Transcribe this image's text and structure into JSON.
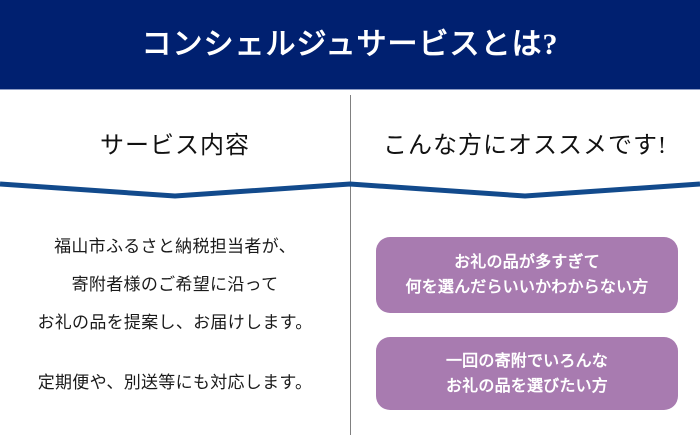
{
  "banner": {
    "title": "コンシェルジュサービスとは?",
    "background_color": "#002070",
    "text_color": "#ffffff"
  },
  "columns": {
    "left": {
      "heading": "サービス内容",
      "body_lines": [
        "福山市ふるさと納税担当者が、",
        "寄附者様のご希望に沿って",
        "お礼の品を提案し、お届けします。",
        "",
        "定期便や、別送等にも対応します。"
      ]
    },
    "right": {
      "heading": "こんな方にオススメです!",
      "pills": [
        {
          "line1": "お礼の品が多すぎて",
          "line2": "何を選んだらいいかわからない方"
        },
        {
          "line1": "一回の寄附でいろんな",
          "line2": "お礼の品を選びたい方"
        }
      ],
      "pill_color": "#a87bb0",
      "pill_text_color": "#ffffff"
    }
  },
  "decor": {
    "chevron_color": "#124a8c",
    "divider_color": "#808080"
  }
}
